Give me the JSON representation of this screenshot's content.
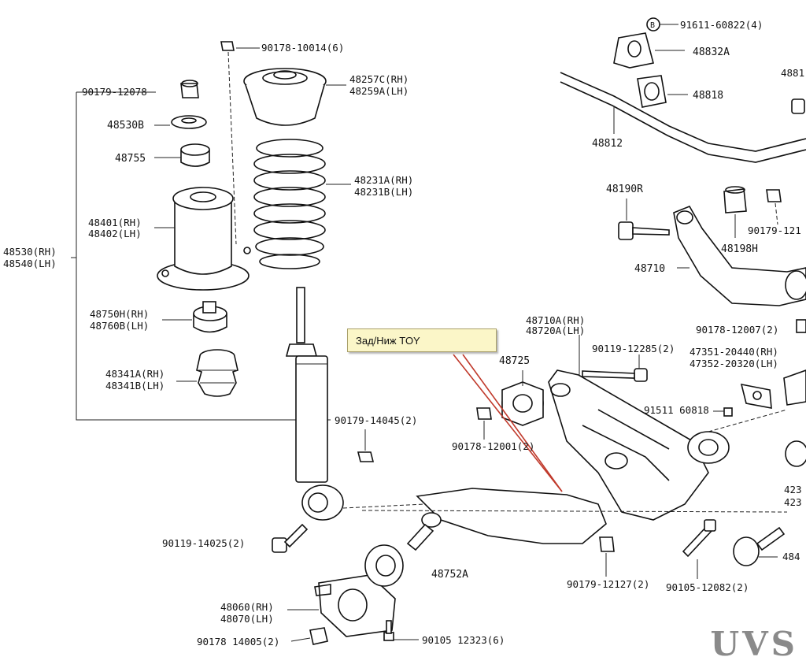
{
  "callout": {
    "text": "Зад/Ниж TOY",
    "border": "#a9a06a",
    "fill": "#fbf6c8",
    "arrow": "#c0392b"
  },
  "brand": "UVS",
  "labels": {
    "p90178_10014": "90178-10014(6)",
    "p48257c": "48257C(RH)",
    "p48259a": "48259A(LH)",
    "p90179_12078": "90179-12078",
    "p48530b": "48530B",
    "p48755": "48755",
    "p48231a": "48231A(RH)",
    "p48231b": "48231B(LH)",
    "p48401": "48401(RH)",
    "p48402": "48402(LH)",
    "p48530": "48530(RH)",
    "p48540": "48540(LH)",
    "p48750h": "48750H(RH)",
    "p48760b": "48760B(LH)",
    "p48341a": "48341A(RH)",
    "p48341b": "48341B(LH)",
    "p90179_14045": "90179-14045(2)",
    "p90119_14025": "90119-14025(2)",
    "p48060": "48060(RH)",
    "p48070": "48070(LH)",
    "p90178_14005": "90178 14005(2)",
    "p90105_12323": "90105 12323(6)",
    "p48752a": "48752A",
    "p90178_12001": "90178-12001(2)",
    "p48725": "48725",
    "p48710a": "48710A(RH)",
    "p48720a": "48720A(LH)",
    "p90119_12285": "90119-12285(2)",
    "p91511_60818": "91511 60818",
    "p47351": "47351-20440(RH)",
    "p47352": "47352-20320(LH)",
    "p90178_12007": "90178-12007(2)",
    "p90179_12127": "90179-12127(2)",
    "p90105_12082": "90105-12082(2)",
    "p91611": "91611-60822(4)",
    "p48832a": "48832A",
    "p48818": "48818",
    "p48812": "48812",
    "p48190r": "48190R",
    "p48198h": "48198H",
    "p48710": "48710",
    "p90179_121": "90179-121",
    "p4881_cut": "4881",
    "p423a": "423",
    "p423b": "423",
    "p484_cut": "484",
    "circled_b": "B"
  }
}
